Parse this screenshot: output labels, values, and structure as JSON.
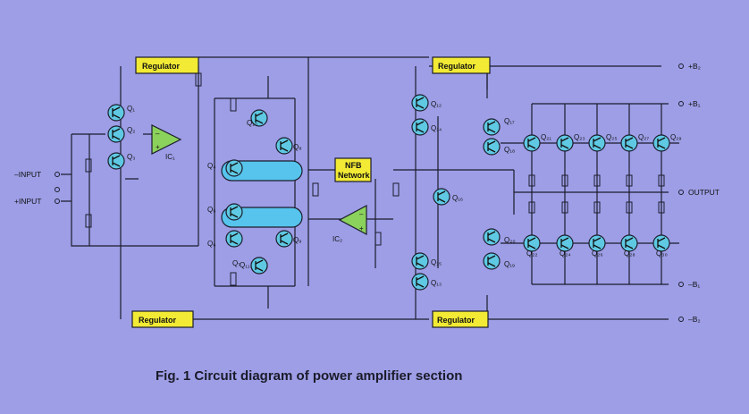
{
  "caption": "Fig. 1  Circuit diagram of power amplifier section",
  "regulators": [
    "Regulator",
    "Regulator",
    "Regulator",
    "Regulator"
  ],
  "nfb_block": [
    "NFB",
    "Network"
  ],
  "opamps": [
    "IC₁",
    "IC₂"
  ],
  "inputs": [
    "–INPUT",
    "+INPUT"
  ],
  "outputs": [
    "+B₂",
    "+B₁",
    "OUTPUT",
    "–B₁",
    "–B₂"
  ],
  "transistors": [
    "Q₁",
    "Q₂",
    "Q₃",
    "Q₄",
    "Q₅",
    "Q₆",
    "Q₇",
    "Q₈",
    "Q₉",
    "Q₁₀",
    "Q₁₁",
    "Q₁₂",
    "Q₁₃",
    "Q₁₄",
    "Q₁₅",
    "Q₁₆",
    "Q₁₇",
    "Q₁₈",
    "Q₁₉",
    "Q₂₀",
    "Q₂₁",
    "Q₂₂",
    "Q₂₃",
    "Q₂₄",
    "Q₂₅",
    "Q₂₆",
    "Q₂₇",
    "Q₂₈",
    "Q₂₉",
    "Q₃₀"
  ],
  "colors": {
    "background": "#9d9ee6",
    "box": "#f2ea34",
    "transistor": "#5fc9e3",
    "opamp": "#8bd25c",
    "wire": "#1c1c2c"
  }
}
